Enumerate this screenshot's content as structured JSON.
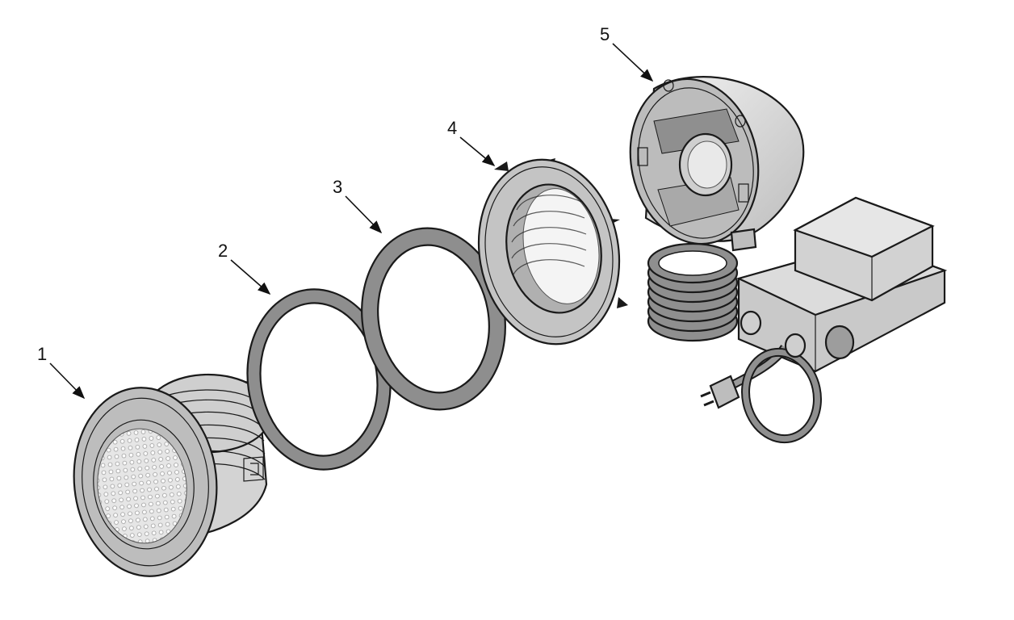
{
  "callouts": [
    {
      "number": "1",
      "part": "light-lens-housing"
    },
    {
      "number": "2",
      "part": "gasket-thin"
    },
    {
      "number": "3",
      "part": "gasket-thick"
    },
    {
      "number": "4",
      "part": "wall-fitting-ring"
    },
    {
      "number": "5",
      "part": "lamp-assembly-with-transformer"
    }
  ],
  "colors": {
    "metal_light": "#e4e4e4",
    "metal_mid": "#bdbdbd",
    "metal_dark": "#8f8f8f",
    "gasket": "#8e8e8e",
    "lens": "#d9d9d9",
    "outline": "#1a1a1a",
    "background": "#ffffff"
  }
}
